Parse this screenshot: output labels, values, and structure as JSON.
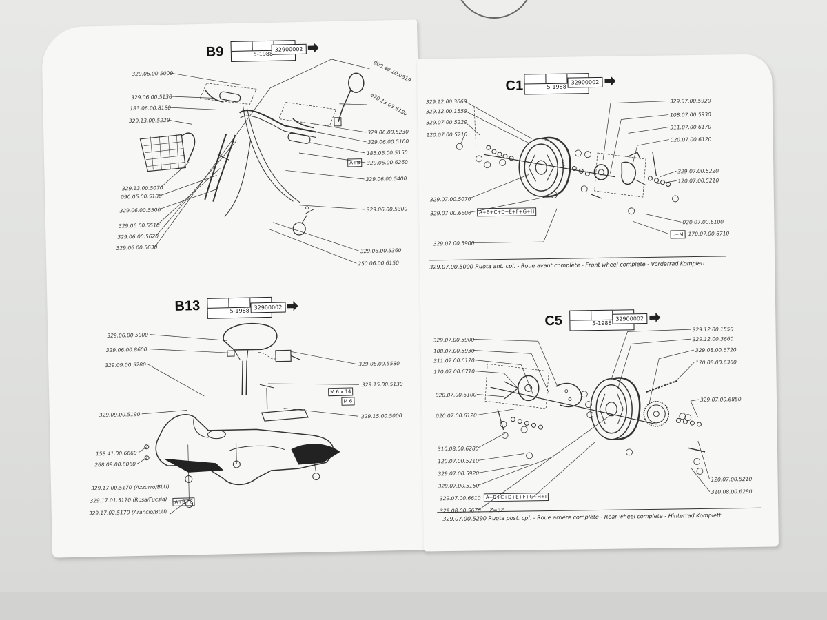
{
  "page_left": {
    "b9": {
      "code": "B9",
      "date": "5-1988",
      "serial": "32900002",
      "labels_left": [
        "329.06.00.5000",
        "329.06.00.5130",
        "183.06.00.8180",
        "329.13.00.5220",
        "329.13.00.5070",
        "090.05.00.5180",
        "329.06.00.5500",
        "329.06.00.5510",
        "329.06.00.5620",
        "329.06.00.5630"
      ],
      "labels_right": [
        "900.49.10.0619",
        "470.13.03.5180",
        "329.06.00.5230",
        "329.06.00.5100",
        "185.06.00.5150",
        "329.06.00.6260",
        "329.06.00.5400",
        "329.06.00.5300",
        "329.06.00.5360",
        "250.06.00.6150"
      ],
      "tag_ab": "A+B"
    },
    "b13": {
      "code": "B13",
      "date": "5-1988",
      "serial": "32900002",
      "labels_left": [
        "329.06.00.5000",
        "329.06.00.8600",
        "329.09.00.5280",
        "329.09.00.5190",
        "158.41.00.6660",
        "268.09.00.6060"
      ],
      "labels_right": [
        "329.06.00.5580",
        "329.15.00.5130",
        "329.15.00.5000"
      ],
      "tag_m6x14": "M 6 x 14",
      "tag_m6": "M 6",
      "color_labels": [
        "329.17.00.5170 (Azzurro/BLU)",
        "329.17.01.5170 (Rosa/Fucsia)",
        "329.17.02.5170 (Arancio/BLU)"
      ],
      "tag_abc": "A+B+C"
    }
  },
  "page_right": {
    "c1": {
      "code": "C1",
      "date": "5-1988",
      "serial": "32900002",
      "labels_left": [
        "329.12.00.3660",
        "329.12.00.1550",
        "329.07.00.5220",
        "120.07.00.5210",
        "329.07.00.5070",
        "329.07.00.6600",
        "329.07.00.5900"
      ],
      "labels_right": [
        "329.07.00.5920",
        "108.07.00.5930",
        "311.07.00.6170",
        "020.07.00.6120",
        "329.07.00.5220",
        "120.07.00.5210",
        "020.07.00.6100",
        "170.07.00.6710"
      ],
      "tag_long": "A+B+C+D+E+F+G+H",
      "tag_lm": "L+M",
      "caption": "329.07.00.5000  Ruota ant. cpl.   -  Roue avant complète  -  Front wheel complete  -  Vorderrad Komplett"
    },
    "c5": {
      "code": "C5",
      "date": "5-1988",
      "serial": "32900002",
      "labels_left": [
        "329.07.00.5900",
        "108.07.00.5930",
        "311.07.00.6170",
        "170.07.00.6710",
        "020.07.00.6100",
        "020.07.00.6120",
        "310.08.00.6280",
        "120.07.00.5210",
        "329.07.00.5920",
        "329.07.00.5150",
        "329.07.00.6610",
        "329.08.00.5670"
      ],
      "labels_right": [
        "329.12.00.1550",
        "329.12.00.3660",
        "329.08.00.6720",
        "170.08.00.6360",
        "329.07.00.6850",
        "120.07.00.5210",
        "310.08.00.6280"
      ],
      "tag_long": "A+B+C+D+E+F+G+H+I",
      "z32": "Z=32",
      "caption": "329.07.00.5290  Ruota post. cpl.   -  Roue arrière complète  -  Rear wheel complete  -  Hinterrad Komplett"
    }
  }
}
